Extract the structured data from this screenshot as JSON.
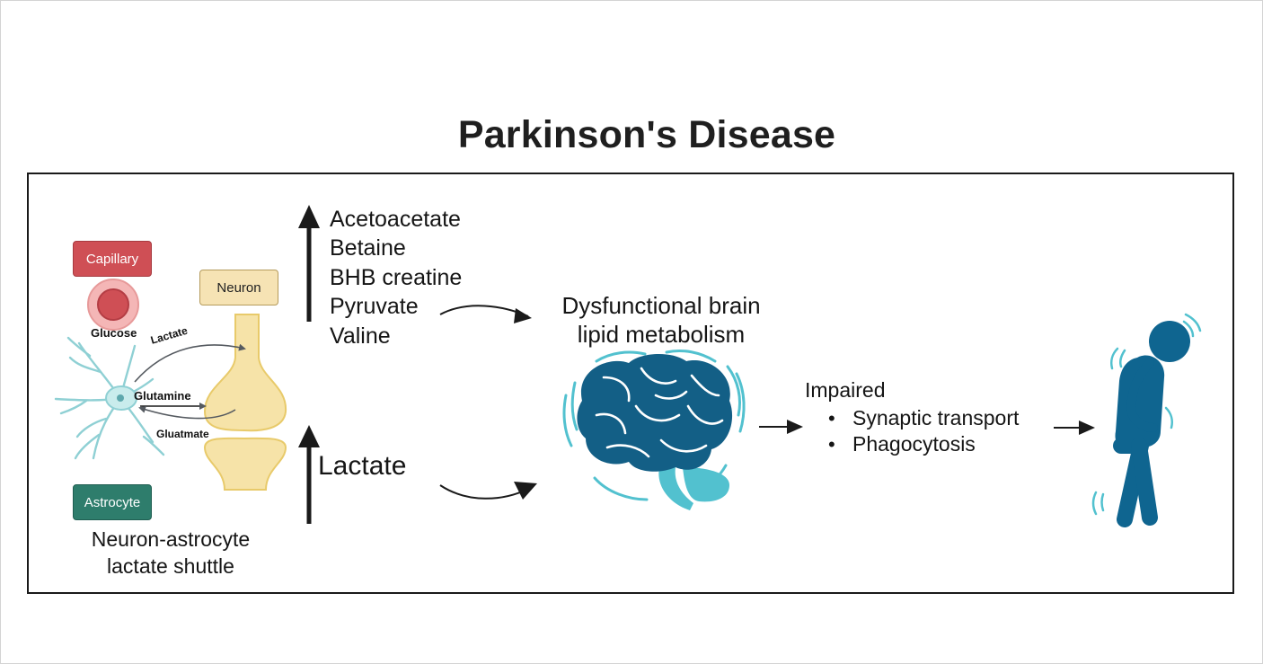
{
  "title": "Parkinson's Disease",
  "cell_panel": {
    "capillary_label": "Capillary",
    "neuron_label": "Neuron",
    "astrocyte_label": "Astrocyte",
    "glucose_label": "Glucose",
    "lactate_label": "Lactate",
    "glutamine_label": "Glutamine",
    "glutamate_label": "Gluatmate",
    "caption_line1": "Neuron-astrocyte",
    "caption_line2": "lactate shuttle"
  },
  "increased_metabolites": [
    "Acetoacetate",
    "Betaine",
    "BHB creatine",
    "Pyruvate",
    "Valine"
  ],
  "increased_lactate": "Lactate",
  "outcome": {
    "line1": "Dysfunctional brain",
    "line2": "lipid metabolism"
  },
  "impaired": {
    "heading": "Impaired",
    "items": [
      "Synaptic transport",
      "Phagocytosis"
    ]
  },
  "colors": {
    "capillary": "#cf4f55",
    "neuron": "#f6e3b4",
    "astrocyte": "#2e7d6c",
    "brain": "#135f86",
    "brain_accent": "#52c1cf",
    "person": "#0f6590"
  },
  "icons": [
    "capillary-icon",
    "astrocyte-icon",
    "neuron-synapse-icon",
    "brain-icon",
    "parkinson-person-icon",
    "arrow-up-icon",
    "arrow-right-icon"
  ]
}
